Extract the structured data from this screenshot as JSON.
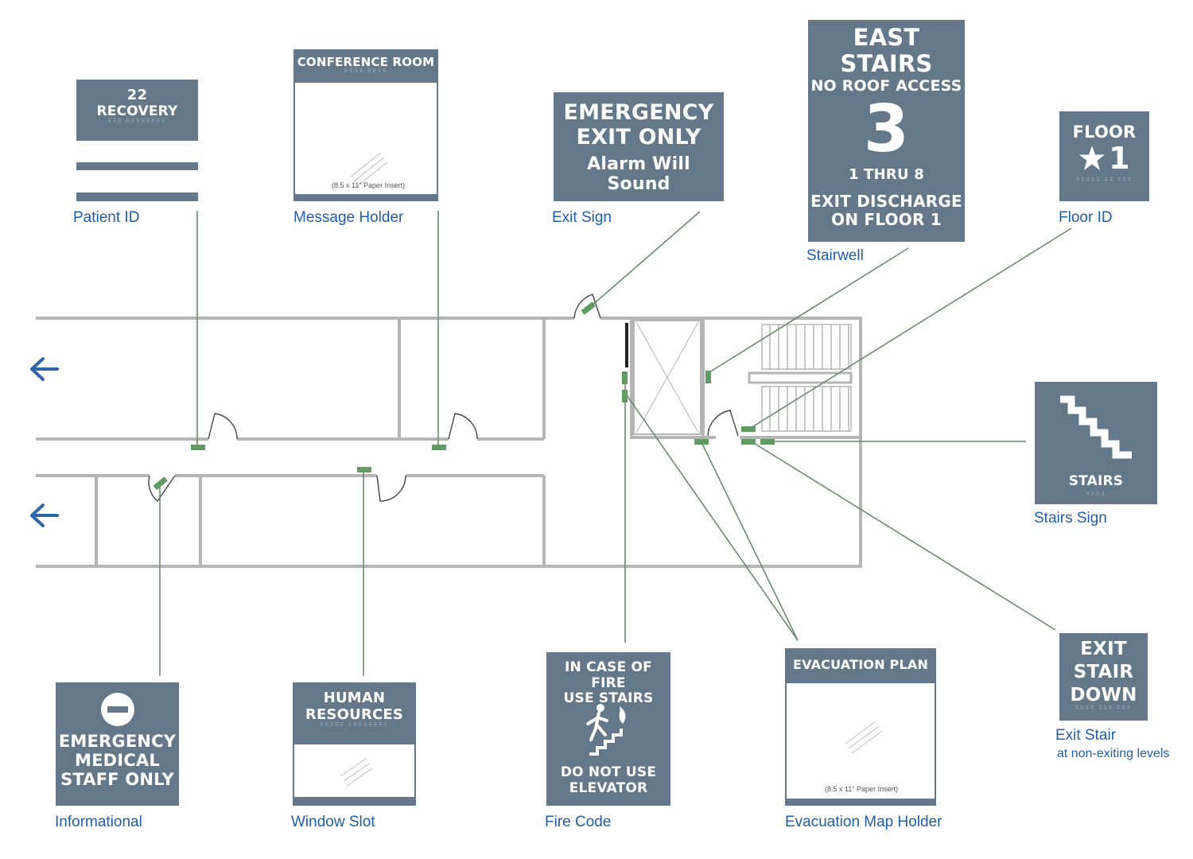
{
  "colors": {
    "sign": "#64788a",
    "caption": "#1f5ea8",
    "leader": "#6b8a72",
    "marker": "#5f9b62",
    "wall": "#b5b5b5",
    "arrow": "#2f64a8"
  },
  "signs": {
    "patient_id": {
      "line1": "22",
      "line2": "RECOVERY",
      "caption": "Patient ID"
    },
    "message_holder": {
      "title": "CONFERENCE ROOM",
      "note": "(8.5 x 11\" Paper Insert)",
      "caption": "Message Holder"
    },
    "exit_sign": {
      "line1": "EMERGENCY",
      "line2": "EXIT ONLY",
      "line3": "Alarm Will Sound",
      "caption": "Exit Sign"
    },
    "stairwell": {
      "line1": "EAST STAIRS",
      "line2": "NO ROOF ACCESS",
      "number": "3",
      "line3": "1 THRU 8",
      "line4": "EXIT DISCHARGE",
      "line5": "ON FLOOR 1",
      "caption": "Stairwell"
    },
    "floor_id": {
      "line1": "FLOOR",
      "number": "1",
      "caption": "Floor ID"
    },
    "stairs_sign": {
      "label": "STAIRS",
      "caption": "Stairs Sign"
    },
    "informational": {
      "line1": "EMERGENCY",
      "line2": "MEDICAL",
      "line3": "STAFF ONLY",
      "caption": "Informational"
    },
    "window_slot": {
      "line1": "HUMAN",
      "line2": "RESOURCES",
      "caption": "Window Slot"
    },
    "fire_code": {
      "line1": "IN CASE OF FIRE",
      "line2": "USE STAIRS",
      "line3": "DO NOT USE",
      "line4": "ELEVATOR",
      "caption": "Fire Code"
    },
    "evacuation": {
      "title": "EVACUATION PLAN",
      "note": "(8.5 x 11\" Paper Insert)",
      "caption": "Evacuation Map Holder"
    },
    "exit_stair": {
      "line1": "EXIT",
      "line2": "STAIR",
      "line3": "DOWN",
      "caption": "Exit Stair",
      "sub_caption": "at non-exiting levels"
    }
  },
  "icons": {
    "left_arrow": "arrow-left-icon",
    "no_entry": "no-entry-icon",
    "star": "star-icon",
    "stairs": "stairs-icon",
    "fire_stairs": "person-stairs-fire-icon"
  }
}
